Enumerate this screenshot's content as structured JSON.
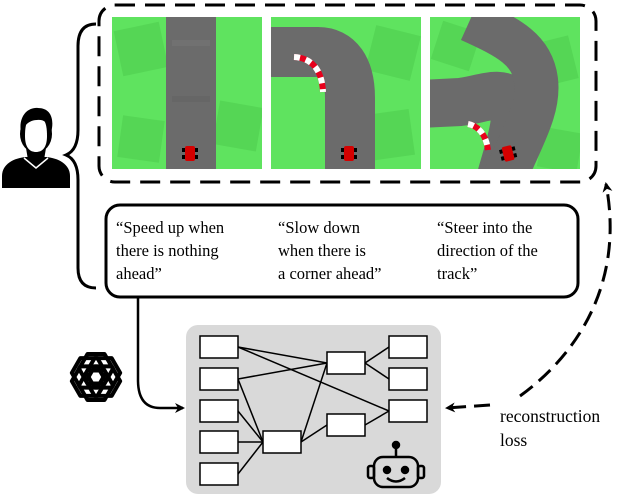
{
  "instructions": [
    {
      "text": "“Speed up when\nthere is nothing\nahead”"
    },
    {
      "text": "“Slow down\nwhen there is\na corner ahead”"
    },
    {
      "text": "“Steer into the\ndirection of the\ntrack”"
    }
  ],
  "loss_label": "reconstruction\nloss",
  "colors": {
    "grass": "#5fe35f",
    "grass_dark": "#55d655",
    "track": "#6b6b6b",
    "network_panel": "#d9d9d9",
    "car": "#d40000",
    "curb": "#e8001c"
  },
  "icons": {
    "human": "person-silhouette-icon",
    "llm": "openai-logo-icon",
    "agent": "robot-icon"
  }
}
